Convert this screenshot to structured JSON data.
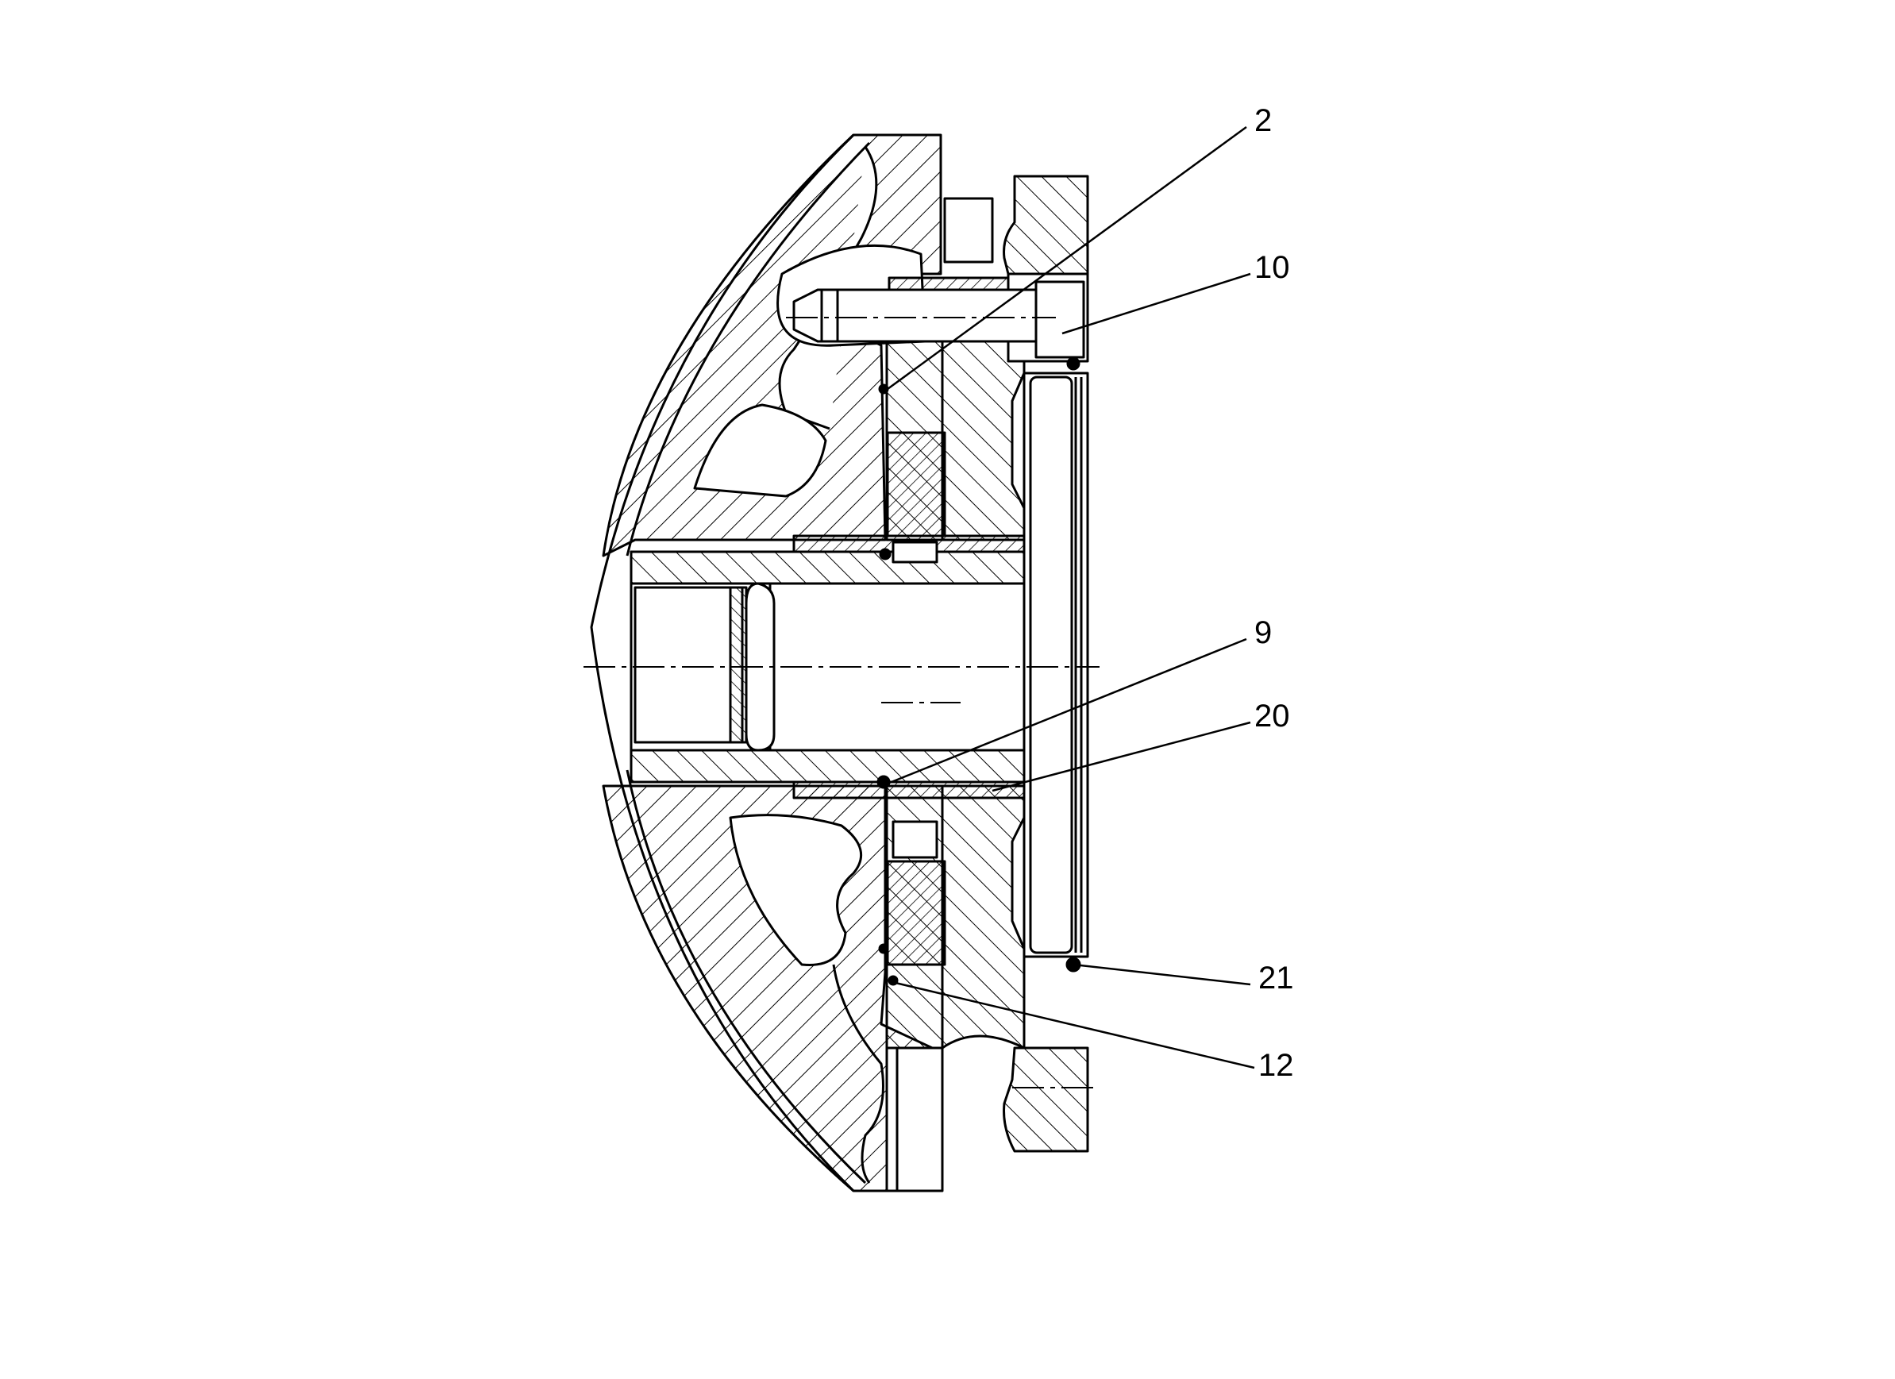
{
  "figure": {
    "colors": {
      "line": "#000000",
      "background": "#ffffff"
    },
    "callouts": [
      {
        "id": "c2",
        "label": "2"
      },
      {
        "id": "c10",
        "label": "10"
      },
      {
        "id": "c9",
        "label": "9"
      },
      {
        "id": "c20",
        "label": "20"
      },
      {
        "id": "c21",
        "label": "21"
      },
      {
        "id": "c12",
        "label": "12"
      }
    ]
  }
}
